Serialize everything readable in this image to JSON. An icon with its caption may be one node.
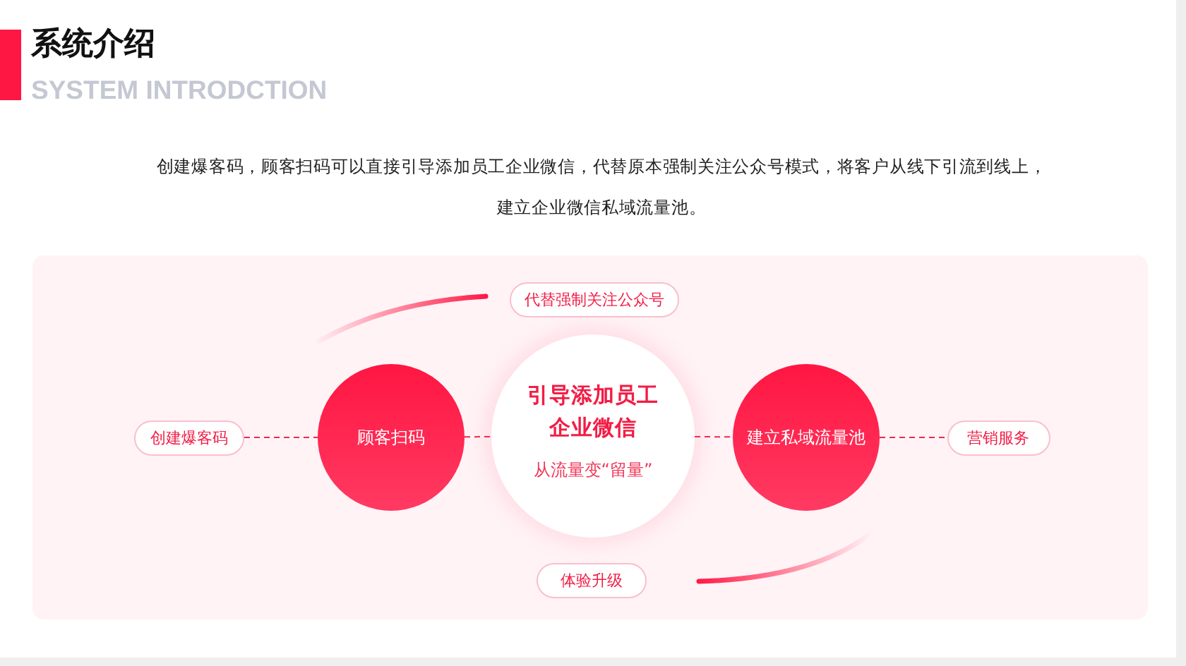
{
  "diagram": {
    "title": "系统介绍",
    "nodes": [
      {
        "text": [
          "代替强制关注公众号"
        ]
      },
      {
        "text": [
          "创建爆客码"
        ]
      },
      {
        "text": [
          "顾客扫码"
        ]
      },
      {
        "text": [
          "引导添加员工企业微信",
          "从流量变“留量”"
        ]
      },
      {
        "text": [
          "建立私域流量池"
        ]
      },
      {
        "text": [
          "营销服务"
        ]
      },
      {
        "text": [
          "体验升级"
        ]
      }
    ],
    "edges": [
      {
        "from": 1,
        "to": 2,
        "arrow": "none",
        "style": "dashed"
      },
      {
        "from": 2,
        "to": 3,
        "arrow": "none",
        "style": "dashed"
      },
      {
        "from": 3,
        "to": 4,
        "arrow": "none",
        "style": "dashed"
      },
      {
        "from": 4,
        "to": 5,
        "arrow": "none",
        "style": "dashed"
      }
    ],
    "labels": [
      "SYSTEM INTRODCTION",
      "创建爆客码，顾客扫码可以直接引导添加员工企业微信，代替原本强制关注公众号模式，将客户从线下引流到线上，建立企业微信私域流量池。"
    ]
  }
}
